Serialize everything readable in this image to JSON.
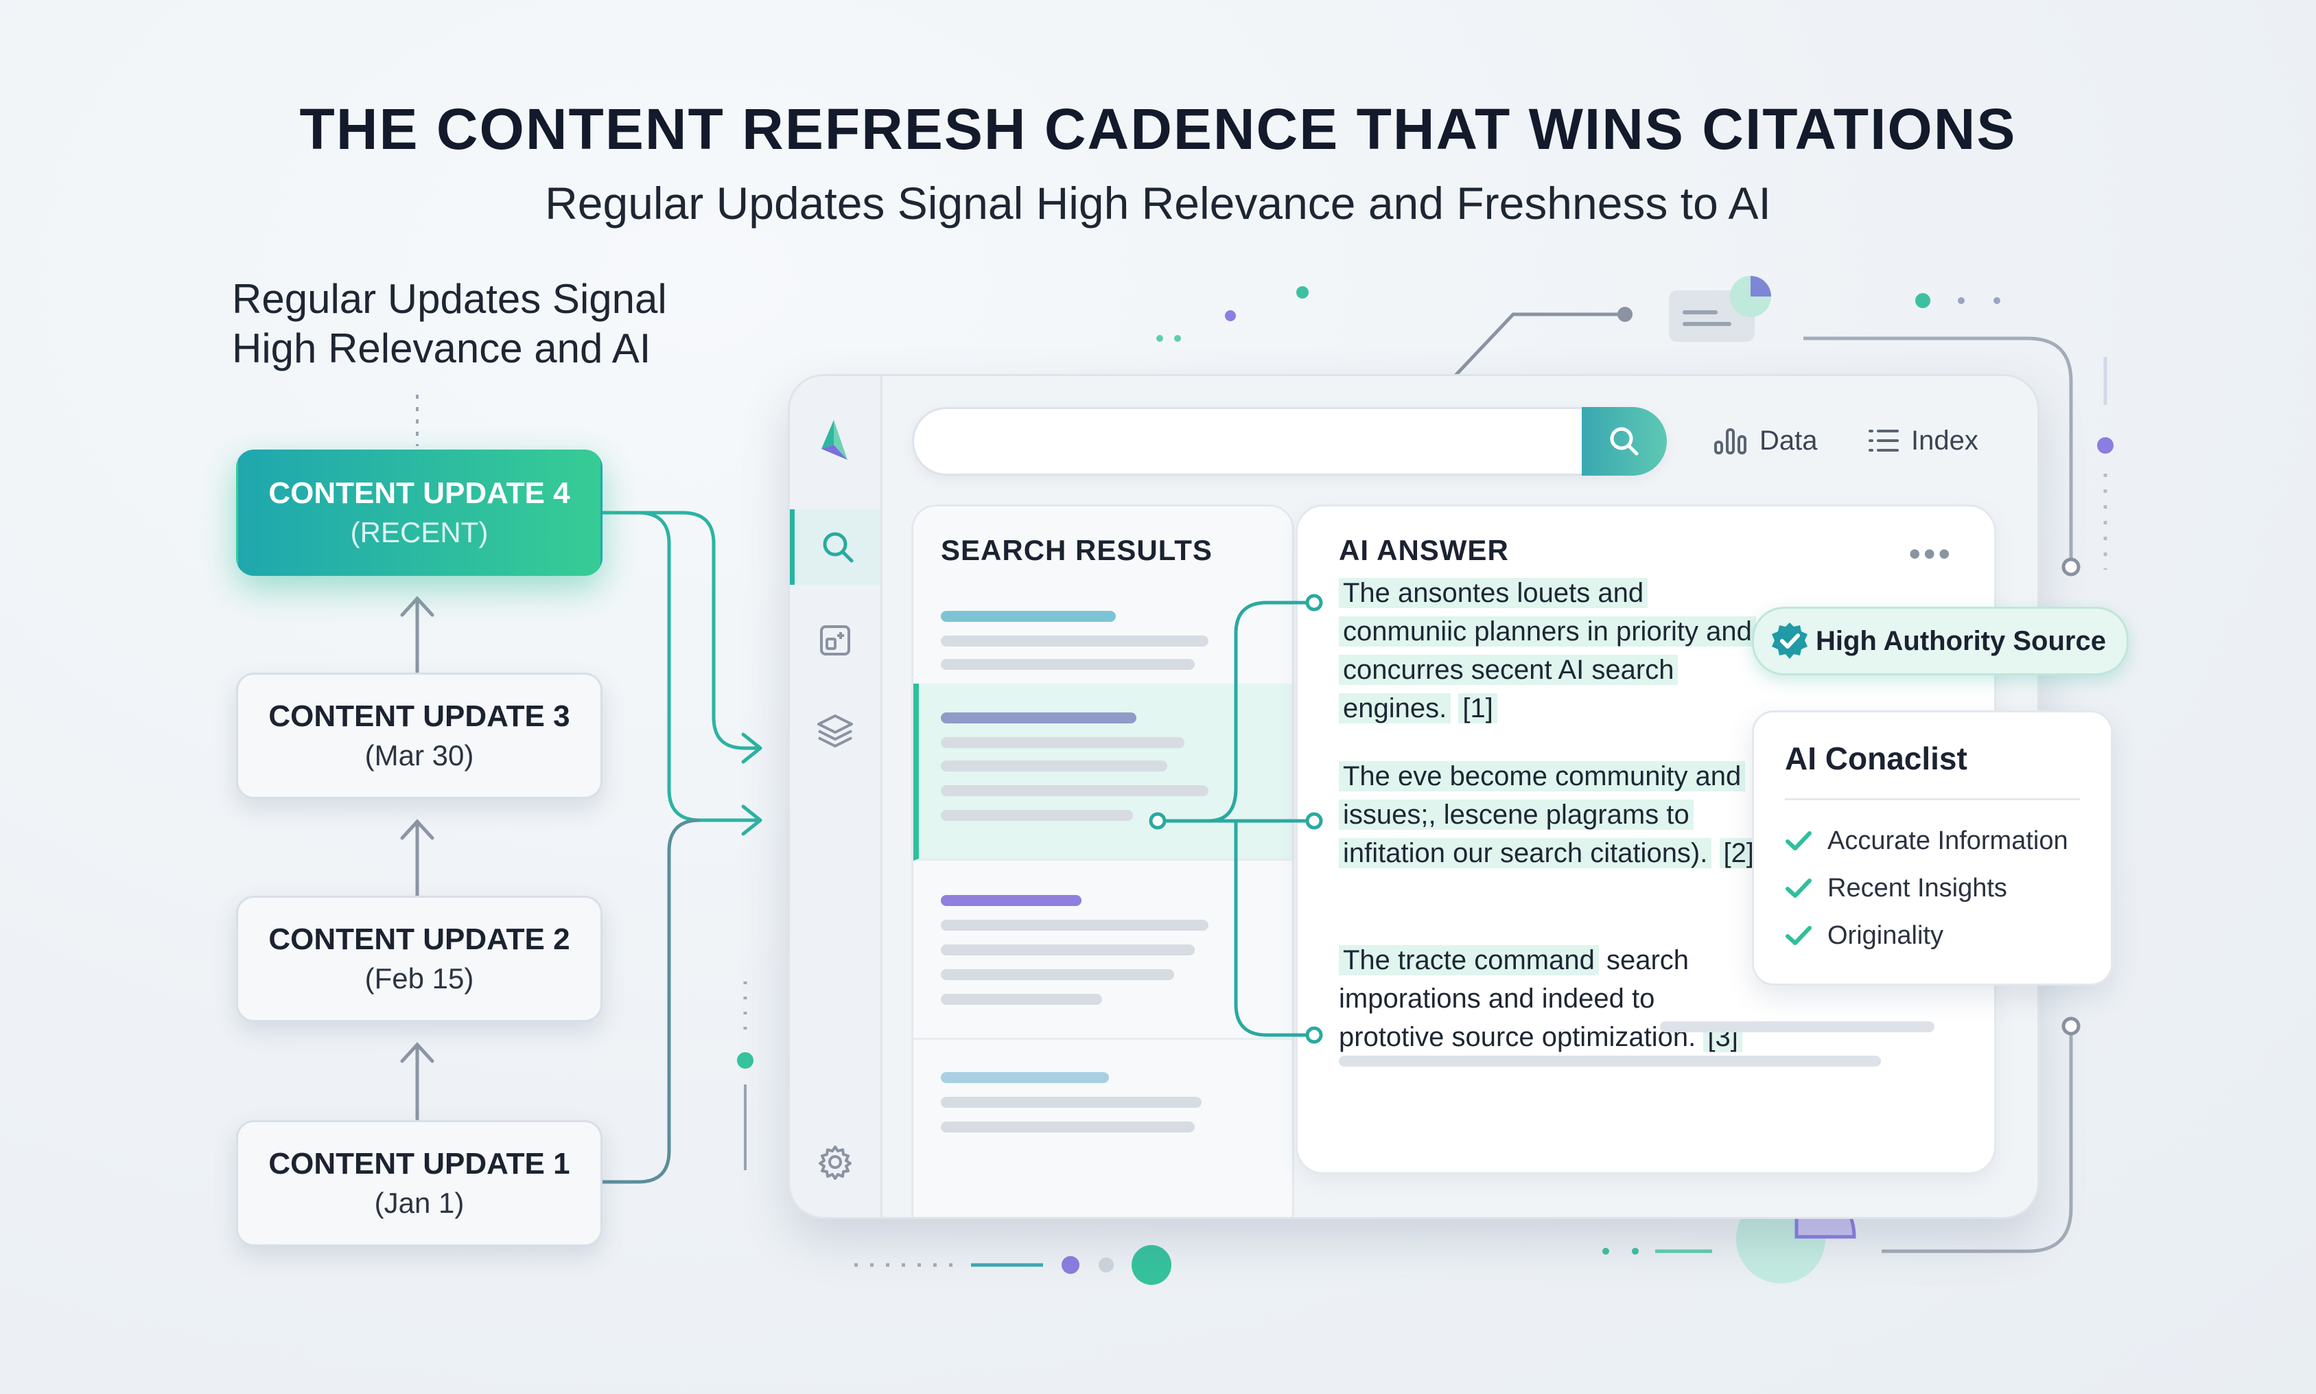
{
  "header": {
    "title": "THE CONTENT REFRESH CADENCE THAT WINS CITATIONS",
    "subtitle": "Regular Updates Signal High Relevance and Freshness to AI"
  },
  "side_caption": [
    "Regular Updates Signal",
    "High Relevance and AI"
  ],
  "timeline": [
    {
      "title": "CONTENT UPDATE 4",
      "date": "(RECENT)"
    },
    {
      "title": "CONTENT UPDATE 3",
      "date": "(Mar 30)"
    },
    {
      "title": "CONTENT UPDATE 2",
      "date": "(Feb 15)"
    },
    {
      "title": "CONTENT UPDATE 1",
      "date": "(Jan 1)"
    }
  ],
  "app": {
    "search": {
      "value": "",
      "placeholder": ""
    },
    "toolbar": {
      "data_label": "Data",
      "index_label": "Index"
    },
    "results_title": "SEARCH RESULTS",
    "answer_title": "AI ANSWER",
    "answer_paragraphs": [
      {
        "highlight": "The ansontes louets and conmuniic planners in priority and concurres secent AI search engines.",
        "ref": "[1]"
      },
      {
        "highlight": "The eve become community and issues;, lescene plagrams to infitation our search citations).",
        "ref": "[2]"
      },
      {
        "highlight": "The tracte command",
        "rest": "search imporations and indeed to prototive source optimization.",
        "ref": "[3]"
      }
    ],
    "more_icon": "ellipsis-icon"
  },
  "authority_badge": {
    "label": "High Authority Source",
    "icon": "verified-check-icon"
  },
  "checklist": {
    "title": "AI Conaclist",
    "items": [
      "Accurate Information",
      "Recent Insights",
      "Originality"
    ]
  },
  "colors": {
    "accent_teal": "#27b4a4",
    "accent_green": "#37cc95",
    "accent_purple": "#8a7ee0",
    "highlight_bg": "#dff5ee",
    "text_dark": "#131a2b"
  }
}
